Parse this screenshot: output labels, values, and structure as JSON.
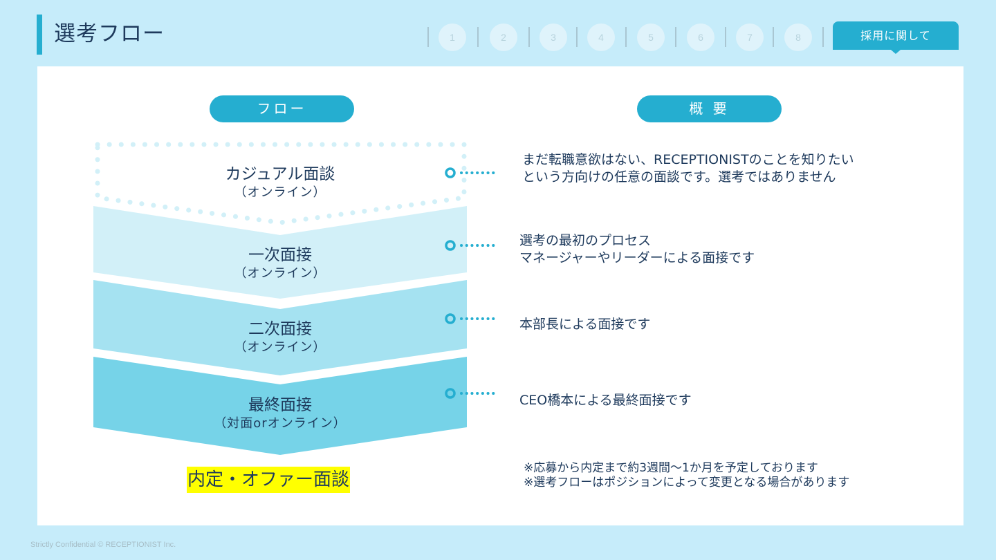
{
  "header": {
    "title": "選考フロー",
    "nav_dots": [
      "1",
      "2",
      "3",
      "4",
      "5",
      "6",
      "7",
      "8"
    ],
    "nav_tab_label": "採用に関して"
  },
  "columns": {
    "flow_label": "フロー",
    "summary_label": "概 要"
  },
  "steps": [
    {
      "name": "カジュアル面談",
      "sub": "（オンライン）",
      "desc_lines": [
        "まだ転職意欲はない、RECEPTIONISTのことを知りたい",
        "という方向けの任意の面談です。選考ではありません"
      ]
    },
    {
      "name": "一次面接",
      "sub": "（オンライン）",
      "desc_lines": [
        "選考の最初のプロセス",
        "マネージャーやリーダーによる面接です"
      ]
    },
    {
      "name": "二次面接",
      "sub": "（オンライン）",
      "desc_lines": [
        "本部長による面接です"
      ]
    },
    {
      "name": "最終面接",
      "sub": "（対面orオンライン）",
      "desc_lines": [
        "CEO橋本による最終面接です"
      ]
    }
  ],
  "final_step": "内定・オファー面談",
  "notes": [
    "※応募から内定まで約3週間〜1か月を予定しております",
    "※選考フローはポジションによって変更となる場合があります"
  ],
  "footer": "Strictly Confidential © RECEPTIONIST Inc.",
  "colors": {
    "background": "#c6ecfa",
    "accent": "#25aed0",
    "step1": "#d2f0f8",
    "step2": "#a5e2f1",
    "step3": "#76d3e8",
    "highlight": "#ffff00",
    "text": "#1e3a5c"
  }
}
